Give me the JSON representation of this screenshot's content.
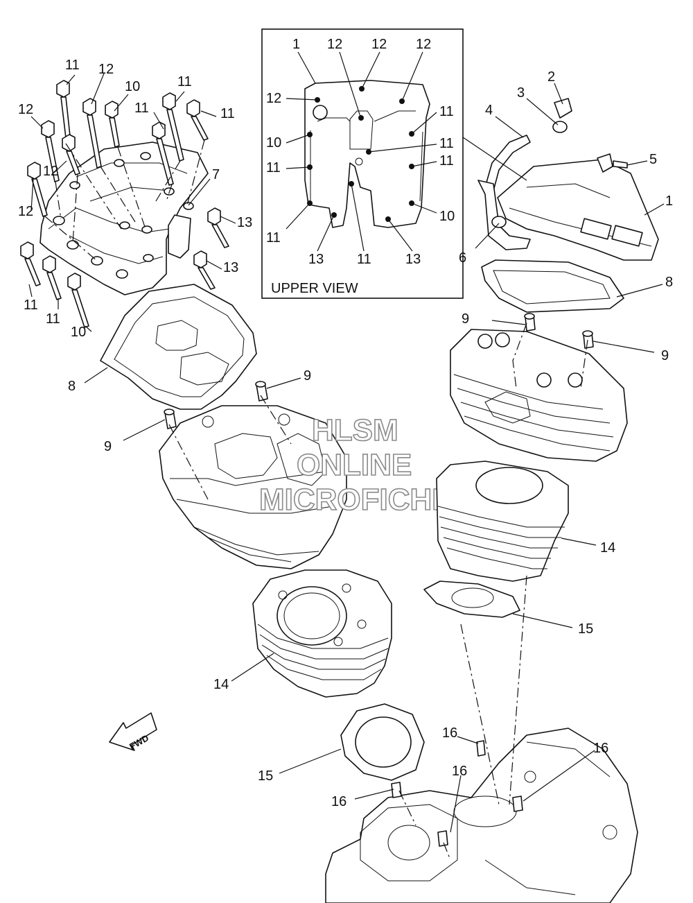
{
  "inset": {
    "title": "UPPER VIEW",
    "labels": [
      "1",
      "12",
      "12",
      "12",
      "12",
      "10",
      "11",
      "11",
      "13",
      "11",
      "13",
      "11",
      "11",
      "11",
      "10"
    ]
  },
  "callouts": {
    "c1_right": "1",
    "c2": "2",
    "c3": "3",
    "c4": "4",
    "c5": "5",
    "c6": "6",
    "c7": "7",
    "c8_right": "8",
    "c8_left": "8",
    "c9_r1": "9",
    "c9_r2": "9",
    "c9_l1": "9",
    "c9_l2": "9",
    "c10_a": "10",
    "c10_b": "10",
    "c11_a": "11",
    "c11_b": "11",
    "c11_c": "11",
    "c11_d": "11",
    "c11_e": "11",
    "c11_f": "11",
    "c12_a": "12",
    "c12_b": "12",
    "c12_c": "12",
    "c12_d": "12",
    "c13_a": "13",
    "c13_b": "13",
    "c14_right": "14",
    "c14_left": "14",
    "c15_right": "15",
    "c15_left": "15",
    "c16_a": "16",
    "c16_b": "16",
    "c16_c": "16",
    "c16_d": "16"
  },
  "fwd_label": "FWD",
  "watermark": {
    "line1": "HLSM",
    "line2": "ONLINE",
    "line3": "MICROFICHE"
  }
}
